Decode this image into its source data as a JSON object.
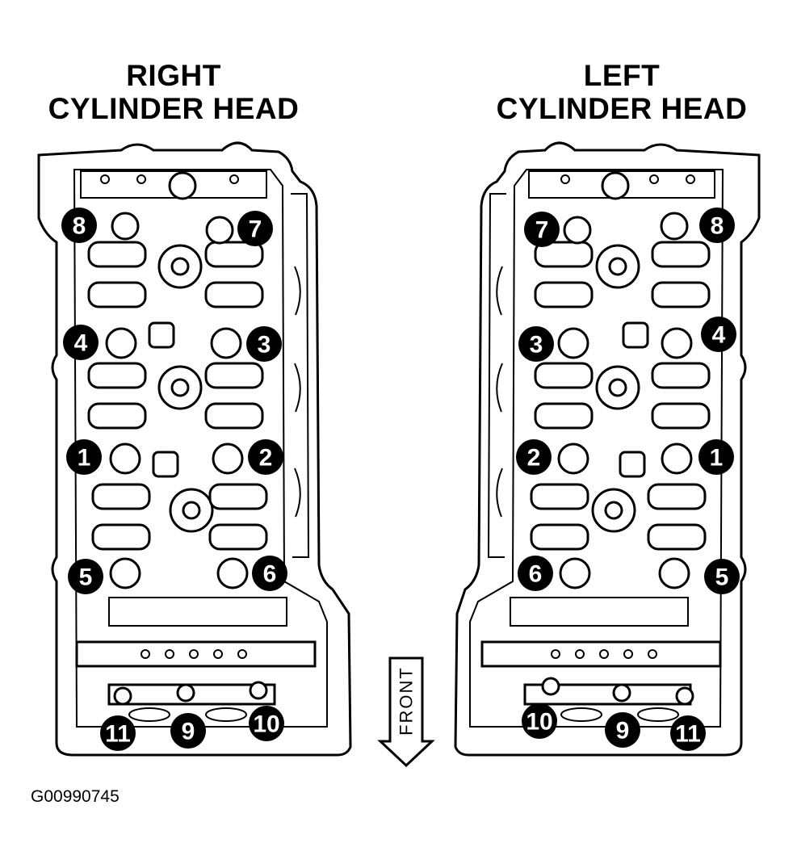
{
  "right_head": {
    "title_line1": "RIGHT",
    "title_line2": "CYLINDER HEAD",
    "bolts": [
      "1",
      "2",
      "3",
      "4",
      "5",
      "6",
      "7",
      "8",
      "9",
      "10",
      "11"
    ]
  },
  "left_head": {
    "title_line1": "LEFT",
    "title_line2": "CYLINDER HEAD",
    "bolts": [
      "1",
      "2",
      "3",
      "4",
      "5",
      "6",
      "7",
      "8",
      "9",
      "10",
      "11"
    ]
  },
  "front_arrow": {
    "label": "FRONT"
  },
  "figure_id": "G00990745"
}
